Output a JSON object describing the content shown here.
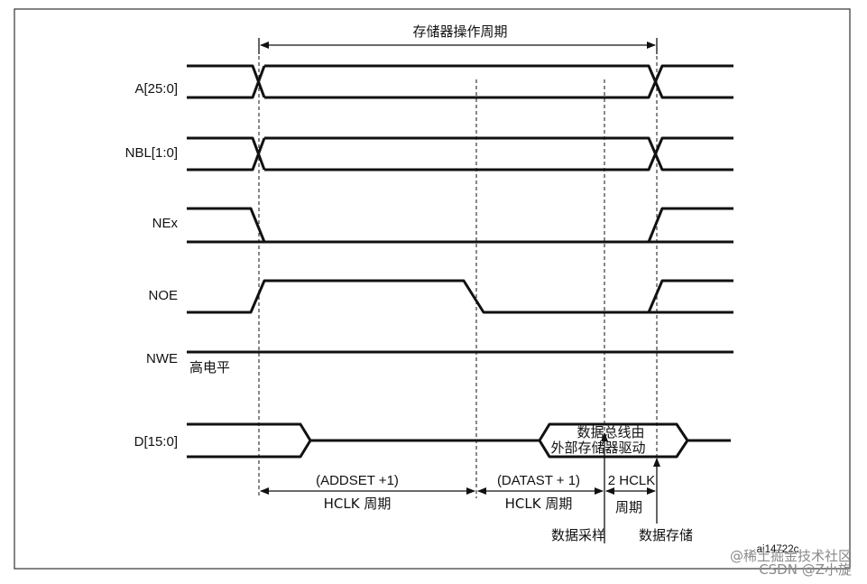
{
  "title": "存储器操作周期",
  "signals": {
    "addr": "A[25:0]",
    "nbl": "NBL[1:0]",
    "nex": "NEx",
    "noe": "NOE",
    "nwe": "NWE",
    "data": "D[15:0]"
  },
  "nwe_note": "高电平",
  "data_bus_note": [
    "数据总线由",
    "外部存储器驱动"
  ],
  "periods": {
    "addset": [
      "(ADDSET +1)",
      "HCLK 周期"
    ],
    "datast": [
      "(DATAST + 1)",
      "HCLK 周期"
    ],
    "hclk2": [
      "2 HCLK",
      "周期"
    ]
  },
  "events": {
    "sample": "数据采样",
    "store": "数据存储"
  },
  "figure_id": "ai14722c",
  "watermark": [
    "@稀土掘金技术社区",
    "CSDN @Z小旋"
  ]
}
